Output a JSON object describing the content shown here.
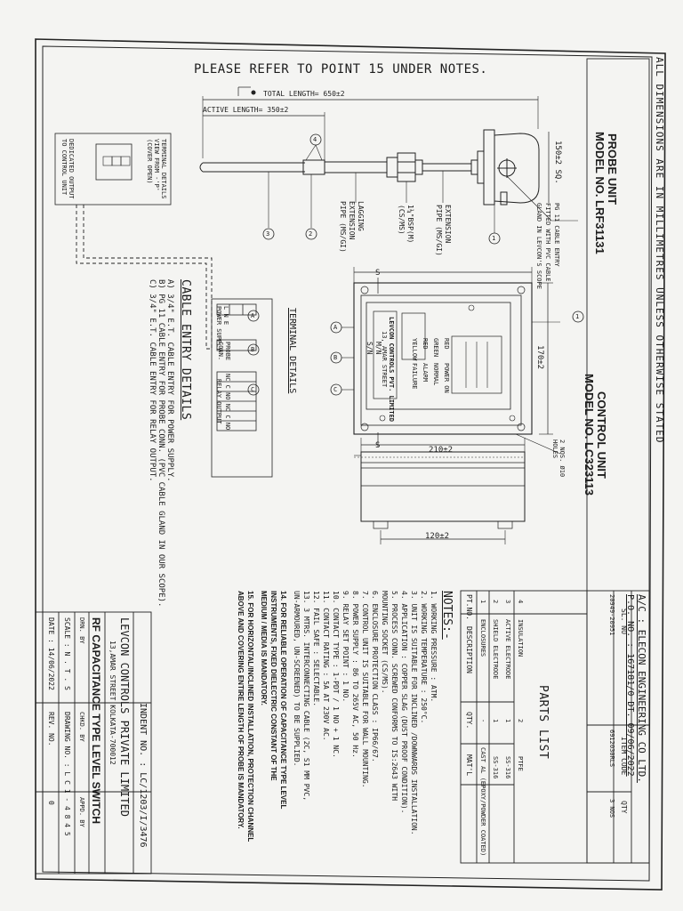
{
  "sheet": {
    "top_note": "PLEASE REFER TO POINT 15 UNDER NOTES.",
    "dimension_note": "ALL DIMENSIONS ARE IN MILLIMETRES UNLESS OTHERWISE STATED"
  },
  "probe": {
    "title": "PROBE UNIT",
    "model": "MODEL NO. LRF31131",
    "total_length": "TOTAL LENGTH= 650±2",
    "active_length": "ACTIVE LENGTH= 350±2",
    "head_size": "150±2 SQ.",
    "cable_entry": [
      "PG 11 CABLE ENTRY",
      "FITTED WITH PVC CABLE",
      "GLAND IN LEVCON'S SCOPE"
    ],
    "extension": [
      "EXTENSION",
      "PIPE (MS/GI)"
    ],
    "connection": [
      "1¼\"BSP(M)",
      "(CS/MS)"
    ],
    "lagging": [
      "LAGGING",
      "EXTENSION",
      "PIPE (MS/GI)"
    ],
    "terminal_view": [
      "TERMINAL DETAILS",
      "VIEW FROM -'P'",
      "(COVER OPEN)"
    ],
    "dedicated": [
      "DEDICATED OUTPUT",
      "TO CONTROL UNIT"
    ],
    "balloons": [
      "1",
      "2",
      "3",
      "4"
    ]
  },
  "control": {
    "title": "CONTROL UNIT",
    "model": "MODEL NO. LC323113",
    "height": "170±2",
    "width": "210±2",
    "mount": "120±2",
    "holes": [
      "2 NOS. Ø10",
      "HOLES"
    ],
    "leds": [
      "RED",
      "GREEN",
      "RED",
      "YELLOW"
    ],
    "led_labels": [
      "POWER ON",
      "NORMAL",
      "ALARM",
      "FAILURE"
    ],
    "company_label": "LEVCON CONTROLS PVT. LIMITED",
    "address_label": "13, AMAR STREET",
    "mn": "M/N",
    "sn": "S/N",
    "section": "S",
    "entries": [
      "A",
      "B",
      "C"
    ]
  },
  "terminal": {
    "title": "TERMINAL DETAILS",
    "power_cells": [
      "L",
      "N",
      "E"
    ],
    "power_label": "POWER SUPPLY",
    "probe_label": [
      "PROBE",
      "CONN."
    ],
    "relay_cells": [
      "NC",
      "C",
      "NO",
      "NC",
      "C",
      "NO"
    ],
    "relay_label": "RELAY OUTPUT",
    "balloons": [
      "A",
      "B",
      "C"
    ]
  },
  "cable_entry": {
    "title": "CABLE ENTRY DETAILS",
    "lines": [
      "A) 3/4\" E.T. CABLE ENTRY FOR POWER SUPPLY.",
      "B) PG 11 CABLE ENTRY FOR PROBE CONN. (PVC CABLE GLAND IN OUR SCOPE).",
      "C) 3/4\" E.T. CABLE ENTRY FOR RELAY OUTPUT."
    ]
  },
  "notes": {
    "title": "NOTES:-",
    "lines": [
      "1. WORKING PRESSURE : ATM.",
      "2. WORKING TEMPERATURE : 250°C.",
      "3. UNIT IS SUITABLE FOR INCLINED /DOWNWARDS INSTALLATION.",
      "4. APPLICATION : COPPER SLAG (DUST PROOF CONDITION).",
      "5. PROCESS CONN. SCREWED CONFORMS TO IS:2643 WITH",
      "   MOUNTING SOCKET (CS/MS).",
      "6. ENCLOSURE PROTECTION CLASS : IP66/67.",
      "7. CONTROL UNIT IS SUITABLE FOR WALL MOUNTING.",
      "8. POWER SUPPLY : 86 TO 265V AC, 50 Hz.",
      "9. RELAY SET POINT : 1 NO.",
      "10. CONTACT TYPE : 1-PDT / 1 NO + 1 NC.",
      "11. CONTACT RATING : 5A AT 230V AC.",
      "12. FAIL SAFE : SELECTABLE.",
      "13. 3 MTRS. INTERCONNECTING CABLE (2C, S1 MM PVC,",
      "    UN-ARMOURED, UN-SCREENED) TO BE SUPPLIED."
    ],
    "note14": [
      "14. FOR RELIABLE OPERATION OF CAPACITANCE TYPE LEVEL",
      "INSTRUMENTS, FIXED DIELECTRIC CONSTANT OF THE",
      "MEDIUM / MEDIA IS MANDATORY."
    ],
    "note15": [
      "15. FOR HORIZONTAL/INCLINED INSTALLATION, PROTECTION CHANNEL",
      "ABOVE AND COVERING ENTIRE LENGTH OF PROBE IS MANDATORY."
    ]
  },
  "header_info": {
    "customer": "A/C : ELECON ENGINEERING CO LTD.",
    "po": "P.O. NO. : 167181/0 DT. 09/06/2022",
    "sl_no_head": "SL. NO",
    "sl_no": "20949-20951",
    "item_code_head": "ITEM CODE",
    "item_code": "6912030RLS",
    "qty_head": "QTY",
    "qty": "3 NOS"
  },
  "parts_list": {
    "title": "PARTS LIST",
    "headers": [
      "PT.NO.",
      "DESCRIPTION",
      "QTY.",
      "MAT'L"
    ],
    "rows": [
      [
        "1",
        "ENCLOSURES",
        "-",
        "CAST AL (EPOXY/POWDER COATED)"
      ],
      [
        "2",
        "SHIELD ELECTRODE",
        "1",
        "SS-316"
      ],
      [
        "3",
        "ACTIVE ELECTRODE",
        "1",
        "SS-316"
      ],
      [
        "4",
        "INSULATION",
        "2",
        "PTFE"
      ]
    ]
  },
  "title_block": {
    "indent": "INDENT NO. : LC/1203/I/3476",
    "company": "LEVCON CONTROLS PRIVATE LIMITED",
    "address": "13,AMAR STREET    KOLKATA-700012",
    "title": "RF CAPACITANCE TYPE LEVEL SWITCH",
    "drn_by": "DRN. BY",
    "chkd_by": "CHKD. BY",
    "appd_by": "APPD. BY",
    "scale": "SCALE : N . T . S",
    "drawing_no": "DRAWING NO. : L C 1 - 4 8 4 5",
    "date": "DATE : 14/06/2022",
    "rev_no": "REV. NO.",
    "rev": "0"
  }
}
